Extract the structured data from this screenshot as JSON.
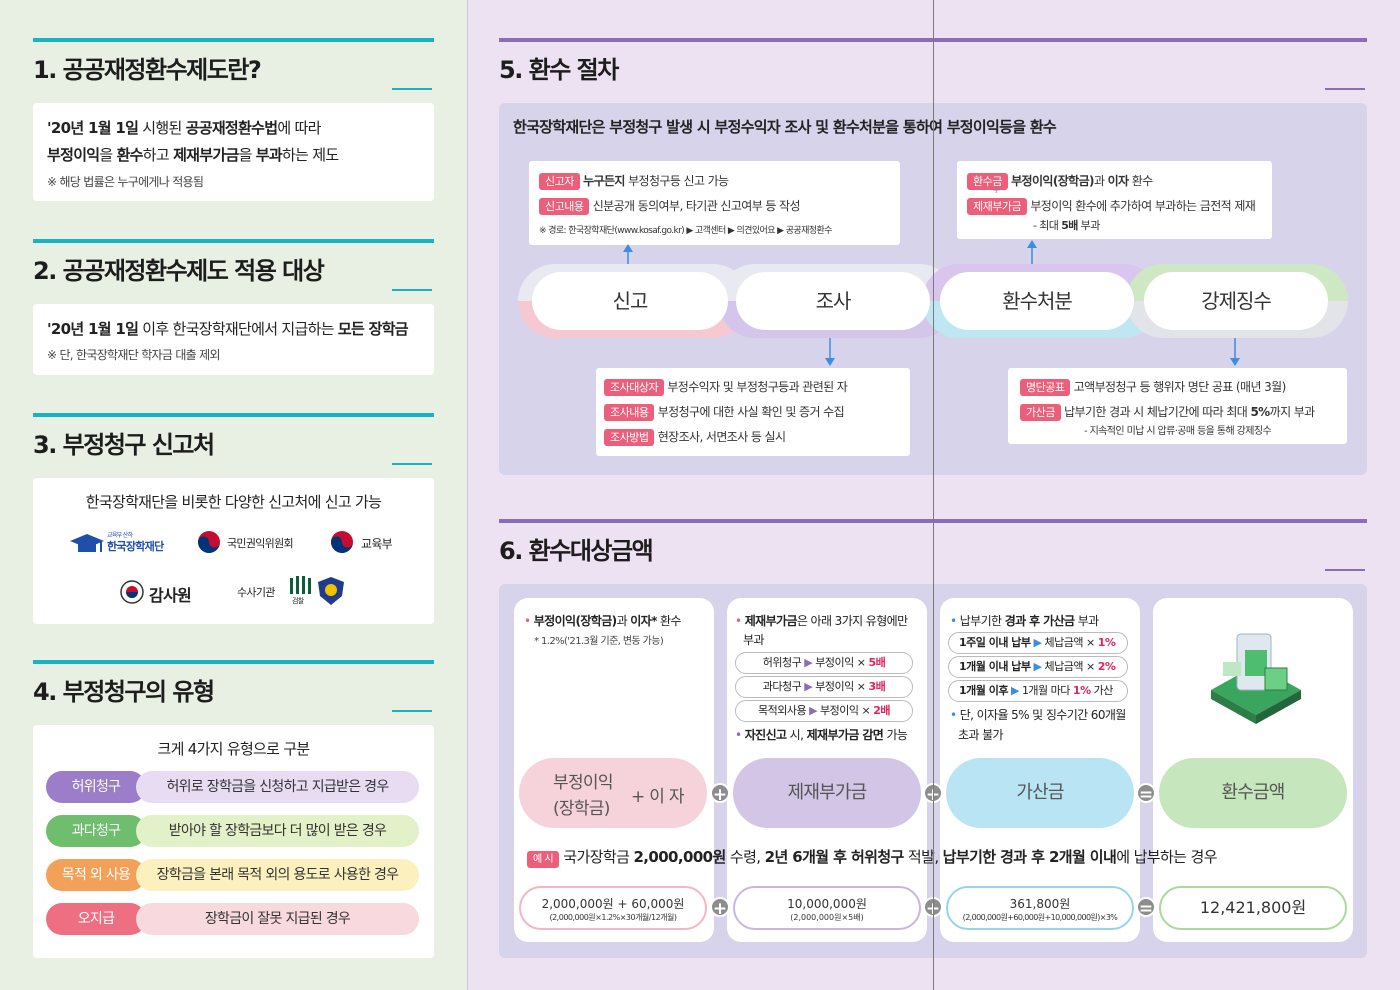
{
  "colors": {
    "teal": "#19b3c3",
    "purple": "#8b6cb8",
    "left_bg": "#e7f0e2",
    "right_bg": "#ede2f1"
  },
  "s1": {
    "title": "1. 공공재정환수제도란?",
    "l1a": "'20년 1월 1일",
    "l1b": " 시행된 ",
    "l1c": "공공재정환수법",
    "l1d": "에 따라",
    "l2a": "부정이익",
    "l2b": "을 ",
    "l2c": "환수",
    "l2d": "하고 ",
    "l2e": "제재부가금",
    "l2f": "을 ",
    "l2g": "부과",
    "l2h": "하는 제도",
    "note": "※ 해당 법률은 누구에게나 적용됨"
  },
  "s2": {
    "title": "2. 공공재정환수제도 적용 대상",
    "l1a": "'20년 1월 1일",
    "l1b": " 이후 한국장학재단에서 지급하는 ",
    "l1c": "모든 장학금",
    "note": "※ 단, 한국장학재단 학자금 대출 제외"
  },
  "s3": {
    "title": "3. 부정청구 신고처",
    "headline": "한국장학재단을 비롯한 다양한 신고처에 신고 가능",
    "logos": {
      "kosaf_small": "교육부 산하",
      "kosaf": "한국장학재단",
      "acrc": "국민권익위원회",
      "moe": "교육부",
      "bai": "감사원",
      "police_prefix": "수사기관",
      "police_sub": "검찰"
    }
  },
  "s4": {
    "title": "4. 부정청구의 유형",
    "headline": "크게 4가지 유형으로 구분",
    "types": [
      {
        "label": "허위청구",
        "desc": "허위로 장학금을 신청하고 지급받은 경우"
      },
      {
        "label": "과다청구",
        "desc": "받아야 할 장학금보다 더 많이 받은 경우"
      },
      {
        "label": "목적 외 사용",
        "desc": "장학금을 본래 목적 외의 용도로 사용한 경우"
      },
      {
        "label": "오지급",
        "desc": "장학금이 잘못 지급된 경우"
      }
    ]
  },
  "s5": {
    "title": "5. 환수 절차",
    "headline": "한국장학재단은 부정청구 발생 시 부정수익자 조사 및 환수처분을 통하여 부정이익등을 환수",
    "steps": [
      "신고",
      "조사",
      "환수처분",
      "강제징수"
    ],
    "report": {
      "t1": "신고자",
      "v1a": "누구든지",
      "v1b": " 부정청구등 신고 가능",
      "t2": "신고내용",
      "v2": "신분공개 동의여부, 타기관 신고여부 등 작성",
      "route": "※ 경로: 한국장학재단(www.kosaf.go.kr) ▶ 고객센터 ▶ 의견있어요 ▶ 공공재정환수"
    },
    "recover": {
      "t1": "환수금",
      "v1a": "부정이익(장학금)",
      "v1b": "과 ",
      "v1c": "이자",
      "v1d": " 환수",
      "plus": "+",
      "t2": "제재부가금",
      "v2": "부정이익 환수에 추가하여 부과하는 금전적 제재",
      "v2b": "- 최대 ",
      "v2c": "5배",
      "v2d": " 부과"
    },
    "invest": {
      "t1": "조사대상자",
      "v1": "부정수익자 및 부정청구등과 관련된 자",
      "t2": "조사내용",
      "v2": "부정청구에 대한 사실 확인 및 증거 수집",
      "t3": "조사방법",
      "v3": "현장조사, 서면조사 등 실시"
    },
    "enforce": {
      "t1": "명단공표",
      "v1": "고액부정청구 등 행위자 명단 공표 (매년 3월)",
      "t2": "가산금",
      "v2a": "납부기한 경과 시 체납기간에 따라 최대 ",
      "v2b": "5%",
      "v2c": "까지 부과",
      "v2d": "- 지속적인 미납 시 압류·공매 등을 통해 강제징수"
    }
  },
  "s6": {
    "title": "6. 환수대상금액",
    "c1": {
      "l1a": "부정이익(장학금)",
      "l1b": "과 ",
      "l1c": "이자*",
      "l1d": " 환수",
      "l2": "* 1.2%('21.3월 기준, 변동 가능)",
      "big1": "부정이익",
      "big2": "(장학금)",
      "big3": "+ 이 자"
    },
    "c2": {
      "l1a": "제재부가금",
      "l1b": "은 아래 3가지 유형에만",
      "l1c": "부과",
      "chips": [
        {
          "a": "허위청구",
          "b": "부정이익 × ",
          "c": "5배"
        },
        {
          "a": "과다청구",
          "b": "부정이익 × ",
          "c": "3배"
        },
        {
          "a": "목적외사용",
          "b": "부정이익 × ",
          "c": "2배"
        }
      ],
      "l2a": "자진신고",
      "l2b": " 시, ",
      "l2c": "제재부가금 감면",
      "l2d": " 가능",
      "big": "제재부가금"
    },
    "c3": {
      "l1a": "납부기한 ",
      "l1b": "경과 후 가산금",
      "l1c": " 부과",
      "chips": [
        {
          "a": "1주일 이내 납부",
          "b": "체납금액 × ",
          "c": "1%"
        },
        {
          "a": "1개월 이내 납부",
          "b": "체납금액 × ",
          "c": "2%"
        },
        {
          "a": "1개월 이후",
          "b": "1개월 마다 ",
          "c": "1%",
          "d": " 가산"
        }
      ],
      "l2": "단, 이자율 5% 및 징수기간 60개월",
      "l3": "초과 불가",
      "big": "가산금"
    },
    "c4": {
      "big": "환수금액"
    },
    "ops": [
      "+",
      "+",
      "="
    ],
    "example": {
      "tag": "예 시",
      "a": "국가장학금 ",
      "b": "2,000,000원",
      "c": " 수령, ",
      "d": "2년 6개월 후 허위청구",
      "e": " 적발, ",
      "f": "납부기한 경과 후 2개월 이내",
      "g": "에 납부하는 경우"
    },
    "results": [
      {
        "v": "2,000,000원 + 60,000원",
        "f": "(2,000,000원×1.2%×30개월/12개월)"
      },
      {
        "v": "10,000,000원",
        "f": "(2,000,000원×5배)"
      },
      {
        "v": "361,800원",
        "f": "(2,000,000원+60,000원+10,000,000원)×3%"
      },
      {
        "v": "12,421,800원",
        "f": ""
      }
    ]
  }
}
